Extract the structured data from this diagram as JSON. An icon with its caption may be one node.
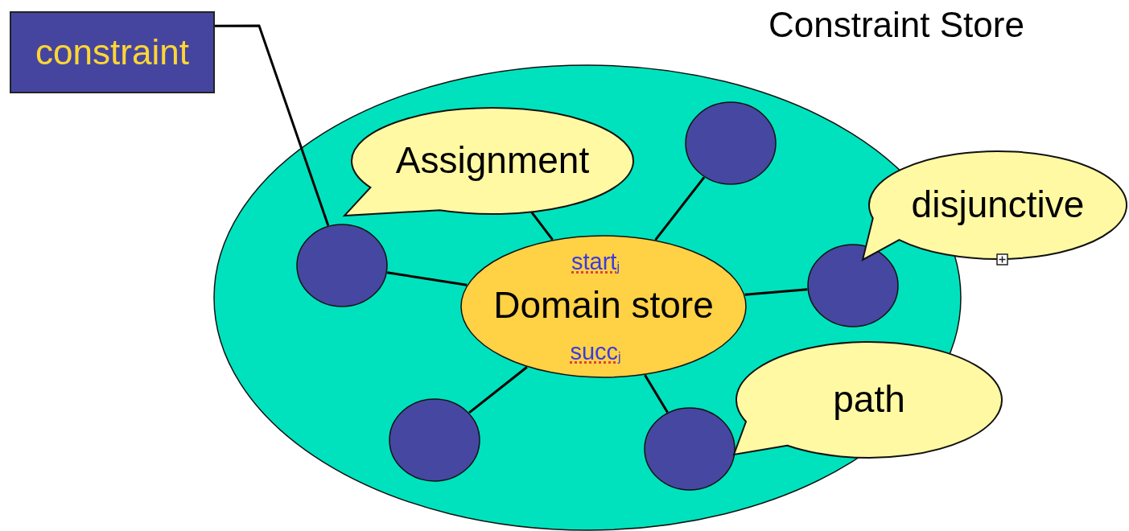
{
  "diagram": {
    "nodes": [
      {
        "text": [
          "Constraint Store"
        ]
      },
      {
        "text": [
          "constraint"
        ]
      },
      {
        "text": [
          "Assignment"
        ],
        "in": 0
      },
      {
        "text": [
          "start$_{j}$",
          "Domain store",
          "succ$_{j}$"
        ],
        "in": 0
      },
      {
        "text": [],
        "shape": "circle",
        "in": 0
      },
      {
        "text": [],
        "shape": "circle",
        "in": 0
      },
      {
        "text": [],
        "shape": "circle",
        "in": 0
      },
      {
        "text": [],
        "shape": "circle",
        "in": 0
      },
      {
        "text": [],
        "shape": "circle",
        "in": 0
      },
      {
        "text": [
          "disjunctive"
        ]
      },
      {
        "text": [
          "path"
        ]
      }
    ],
    "edges": [
      {
        "from": 1,
        "to": 5,
        "arrow": "none"
      },
      {
        "from": 3,
        "to": 2,
        "arrow": "none"
      },
      {
        "from": 3,
        "to": 4,
        "arrow": "none"
      },
      {
        "from": 3,
        "to": 5,
        "arrow": "none"
      },
      {
        "from": 3,
        "to": 6,
        "arrow": "none"
      },
      {
        "from": 3,
        "to": 7,
        "arrow": "none"
      },
      {
        "from": 3,
        "to": 8,
        "arrow": "none"
      }
    ]
  }
}
